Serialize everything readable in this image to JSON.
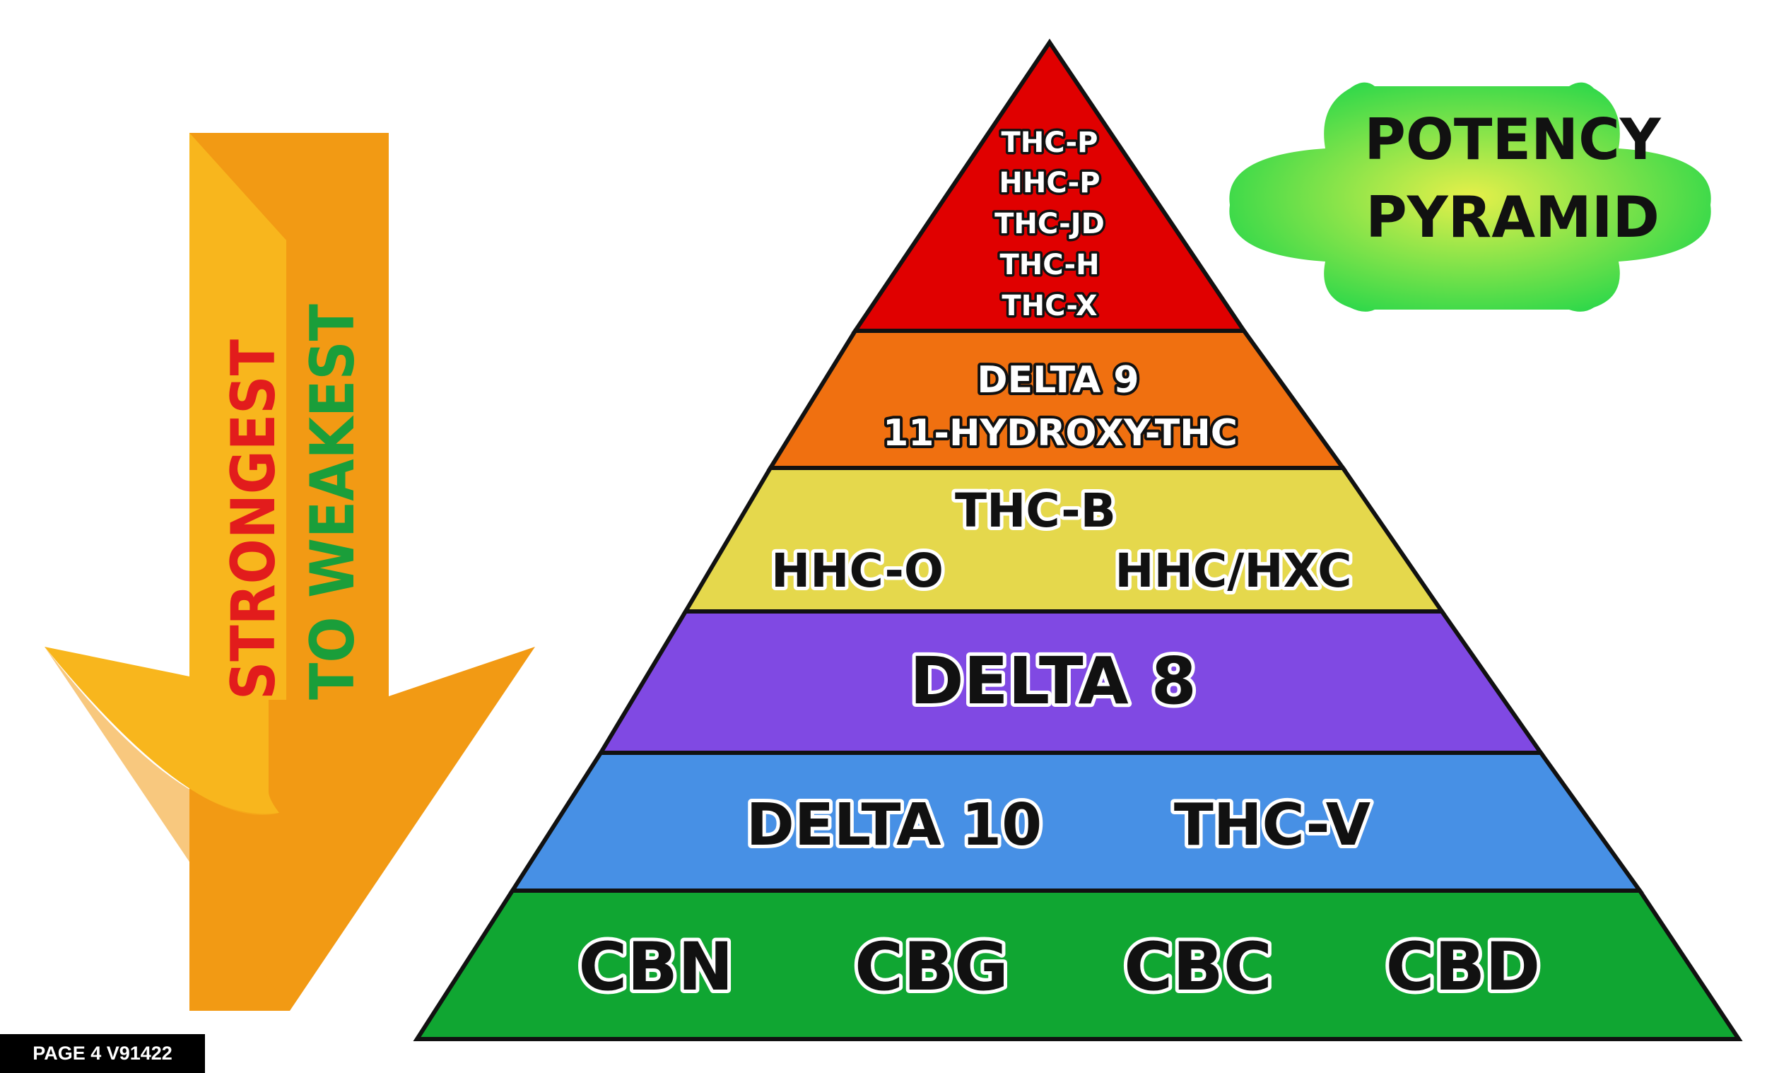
{
  "colors": {
    "arrow_light": "#f8b61d",
    "arrow_dark": "#f29a14",
    "strongest": "#e21c1c",
    "weakest": "#1a9e3a",
    "tier1": "#e00000",
    "tier2": "#f07010",
    "tier3": "#e5d84c",
    "tier4": "#8049e3",
    "tier5": "#4790e5",
    "tier6": "#10a632",
    "badge_outer": "#2fd84a",
    "badge_center": "#e6f04a"
  },
  "arrow": {
    "strongest": "STRONGEST",
    "weakest": "TO WEAKEST"
  },
  "badge": {
    "line1": "POTENCY",
    "line2": "PYRAMID"
  },
  "pyramid": {
    "tiers": [
      {
        "items": [
          "THC-P",
          "HHC-P",
          "THC-JD",
          "THC-H",
          "THC-X"
        ]
      },
      {
        "items": [
          "DELTA 9",
          "11-HYDROXY-THC"
        ]
      },
      {
        "items": [
          "THC-B",
          "HHC-O",
          "HHC/HXC"
        ]
      },
      {
        "items": [
          "DELTA 8"
        ]
      },
      {
        "items": [
          "DELTA 10",
          "THC-V"
        ]
      },
      {
        "items": [
          "CBN",
          "CBG",
          "CBC",
          "CBD"
        ]
      }
    ]
  },
  "footer": {
    "label": "PAGE 4 V91422"
  }
}
